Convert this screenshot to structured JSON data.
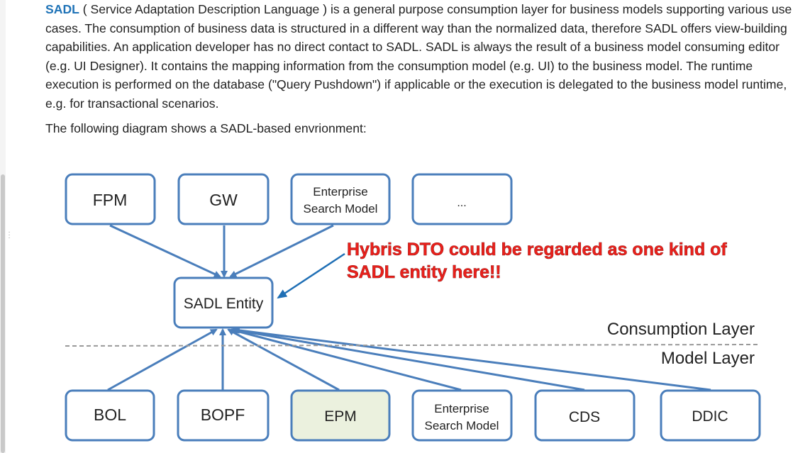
{
  "intro": {
    "link_label": "SADL",
    "text": " ( Service Adaptation Description Language ) is a general purpose consumption layer for business models supporting various use cases. The consumption of business data is structured in a different way than the normalized data, therefore SADL offers view-building capabilities. An application developer has no direct contact to SADL. SADL is always the result of a business model consuming editor (e.g. UI Designer). It contains the mapping information from the consumption model (e.g. UI) to the business model. The runtime execution is performed on the database (\"Query Pushdown\") if applicable or the execution is delegated to the business model runtime, e.g. for transactional scenarios.",
    "diagram_intro": "The following diagram shows a SADL-based envrionment:"
  },
  "diagram": {
    "consumers": [
      {
        "label_line1": "FPM",
        "label_line2": ""
      },
      {
        "label_line1": "GW",
        "label_line2": ""
      },
      {
        "label_line1": "Enterprise",
        "label_line2": "Search Model"
      },
      {
        "label_line1": "...",
        "label_line2": ""
      }
    ],
    "center_label": "SADL Entity",
    "layer_top": "Consumption Layer",
    "layer_bottom": "Model Layer",
    "models": [
      {
        "label_line1": "BOL",
        "label_line2": ""
      },
      {
        "label_line1": "BOPF",
        "label_line2": ""
      },
      {
        "label_line1": "EPM",
        "label_line2": ""
      },
      {
        "label_line1": "Enterprise",
        "label_line2": "Search Model"
      },
      {
        "label_line1": "CDS",
        "label_line2": ""
      },
      {
        "label_line1": "DDIC",
        "label_line2": ""
      }
    ],
    "annotation_line1": "Hybris DTO could be regarded as one kind of",
    "annotation_line2": "SADL entity here!!",
    "colors": {
      "box_border": "#4a7ebb",
      "arrow": "#4a7ebb",
      "highlight_fill": "#ebf1de",
      "annotation": "#e8201b",
      "callout_arrow": "#1f6fb5"
    }
  }
}
